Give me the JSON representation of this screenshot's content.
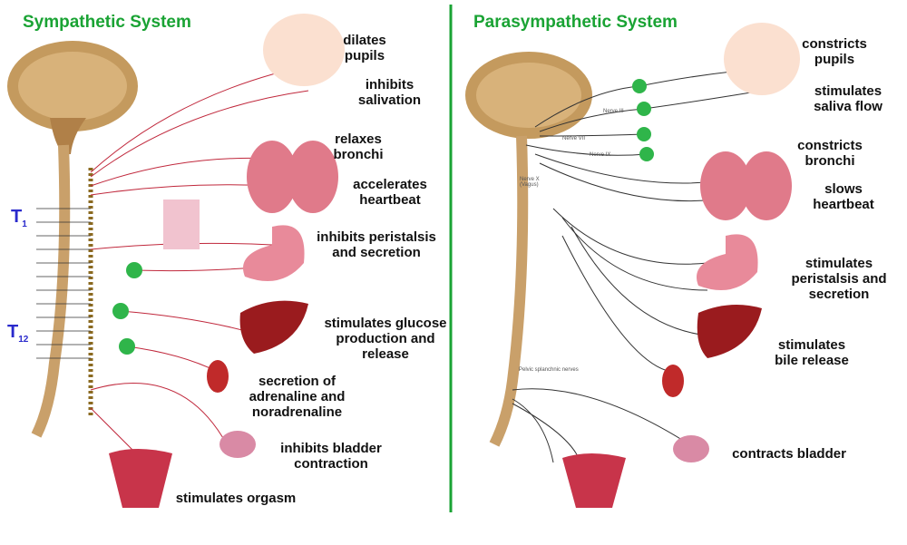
{
  "sympathetic": {
    "title": "Sympathetic System",
    "spine_labels": {
      "t1": "T",
      "t1_sub": "1",
      "t12": "T",
      "t12_sub": "12"
    },
    "effects": [
      "dilates pupils",
      "inhibits salivation",
      "relaxes bronchi",
      "accelerates heartbeat",
      "inhibits peristalsis and secretion",
      "stimulates glucose production and release",
      "secretion of adrenaline and noradrenaline",
      "inhibits bladder contraction",
      "stimulates orgasm"
    ]
  },
  "parasympathetic": {
    "title": "Parasympathetic System",
    "nerve_labels": [
      "Nerve III",
      "Nerve VII",
      "Nerve IX",
      "Nerve X (Vagus)",
      "Pelvic splanchnic nerves"
    ],
    "effects": [
      "constricts pupils",
      "stimulates saliva flow",
      "constricts bronchi",
      "slows heartbeat",
      "stimulates peristalsis and secretion",
      "stimulates bile release",
      "contracts bladder"
    ]
  },
  "colors": {
    "title": "#1aa334",
    "divider": "#1aa334",
    "ganglion": "#2fb54a",
    "nerve_symp": "#c0283c",
    "nerve_para": "#333333"
  }
}
